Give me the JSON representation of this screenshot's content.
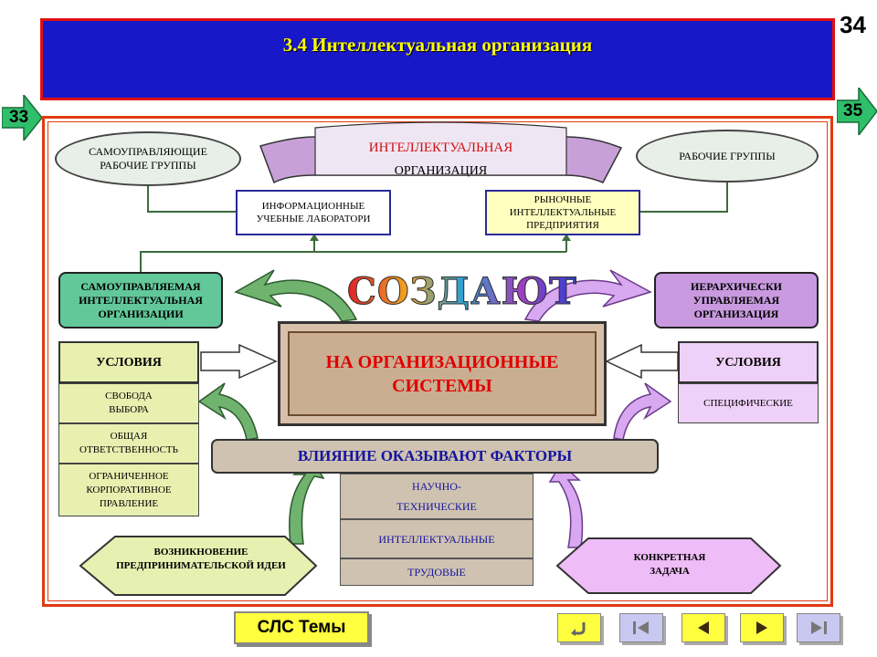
{
  "page_number": "34",
  "title": "3.4  Интеллектуальная организация",
  "nav": {
    "prev_label": "33",
    "next_label": "35"
  },
  "top": {
    "left_oval": "САМОУПРАВЛЯЮЩИЕ РАБОЧИЕ ГРУППЫ",
    "right_oval": "РАБОЧИЕ ГРУППЫ",
    "banner_line1": "ИНТЕЛЛЕКТУАЛЬНАЯ",
    "banner_line2": "ОРГАНИЗАЦИЯ",
    "box_left": "ИНФОРМАЦИОННЫЕ УЧЕБНЫЕ ЛАБОРАТОРИ",
    "box_right": "РЫНОЧНЫЕ ИНТЕЛЛЕКТУАЛЬНЫЕ ПРЕДПРИЯТИЯ"
  },
  "left_org": "САМОУПРАВЛЯЕМАЯ ИНТЕЛЛЕКТУАЛЬНАЯ ОРГАНИЗАЦИИ",
  "right_org": "ИЕРАРХИЧЕСКИ УПРАВЛЯЕМАЯ ОРГАНИЗАЦИЯ",
  "sozdayut": "СОЗДАЮТ",
  "center": "НА ОРГАНИЗАЦИОННЫЕ СИСТЕМЫ",
  "left_conditions": {
    "header": "УСЛОВИЯ",
    "items": [
      "СВОБОДА ВЫБОРА",
      "ОБЩАЯ ОТВЕТСТВЕННОСТЬ",
      "ОГРАНИЧЕННОЕ КОРПОРАТИВНОЕ ПРАВЛЕНИЕ"
    ]
  },
  "right_conditions": {
    "header": "УСЛОВИЯ",
    "items": [
      "СПЕЦИФИЧЕСКИЕ"
    ]
  },
  "factors": {
    "header": "ВЛИЯНИЕ ОКАЗЫВАЮТ ФАКТОРЫ",
    "items": [
      "НАУЧНО-ТЕХНИЧЕСКИЕ",
      "ИНТЕЛЛЕКТУАЛЬНЫЕ",
      "ТРУДОВЫЕ"
    ]
  },
  "hex_left": "ВОЗНИКНОВЕНИЕ ПРЕДПРИНИМАТЕЛЬСКОЙ ИДЕИ",
  "hex_right": "КОНКРЕТНАЯ ЗАДАЧА",
  "footer": {
    "topics_button": "СЛС Темы"
  },
  "colors": {
    "title_bg": "#1818c8",
    "title_text": "#ffff00",
    "frame": "#e03a10",
    "accent_green": "#6fb36f",
    "accent_violet": "#d8a8f0"
  }
}
